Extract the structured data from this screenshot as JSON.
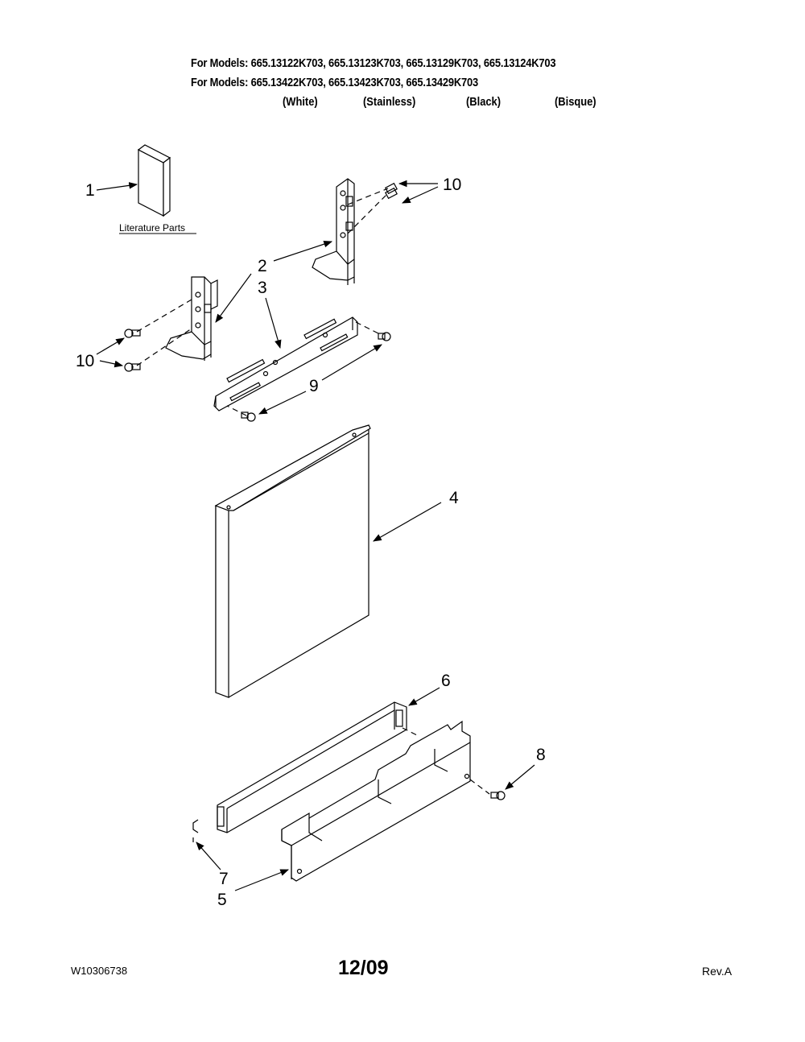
{
  "header": {
    "line1": "For Models: 665.13122K703, 665.13123K703, 665.13129K703, 665.13124K703",
    "line2": "For Models: 665.13422K703, 665.13423K703, 665.13429K703",
    "colors": [
      "(White)",
      "(Stainless)",
      "(Black)",
      "(Bisque)"
    ]
  },
  "diagram": {
    "literature_label": "Literature Parts",
    "callouts": {
      "c1": "1",
      "c2": "2",
      "c3": "3",
      "c4": "4",
      "c5": "5",
      "c6": "6",
      "c7": "7",
      "c8": "8",
      "c9": "9",
      "c10a": "10",
      "c10b": "10"
    }
  },
  "footer": {
    "part_number": "W10306738",
    "date": "12/09",
    "revision": "Rev.A"
  }
}
